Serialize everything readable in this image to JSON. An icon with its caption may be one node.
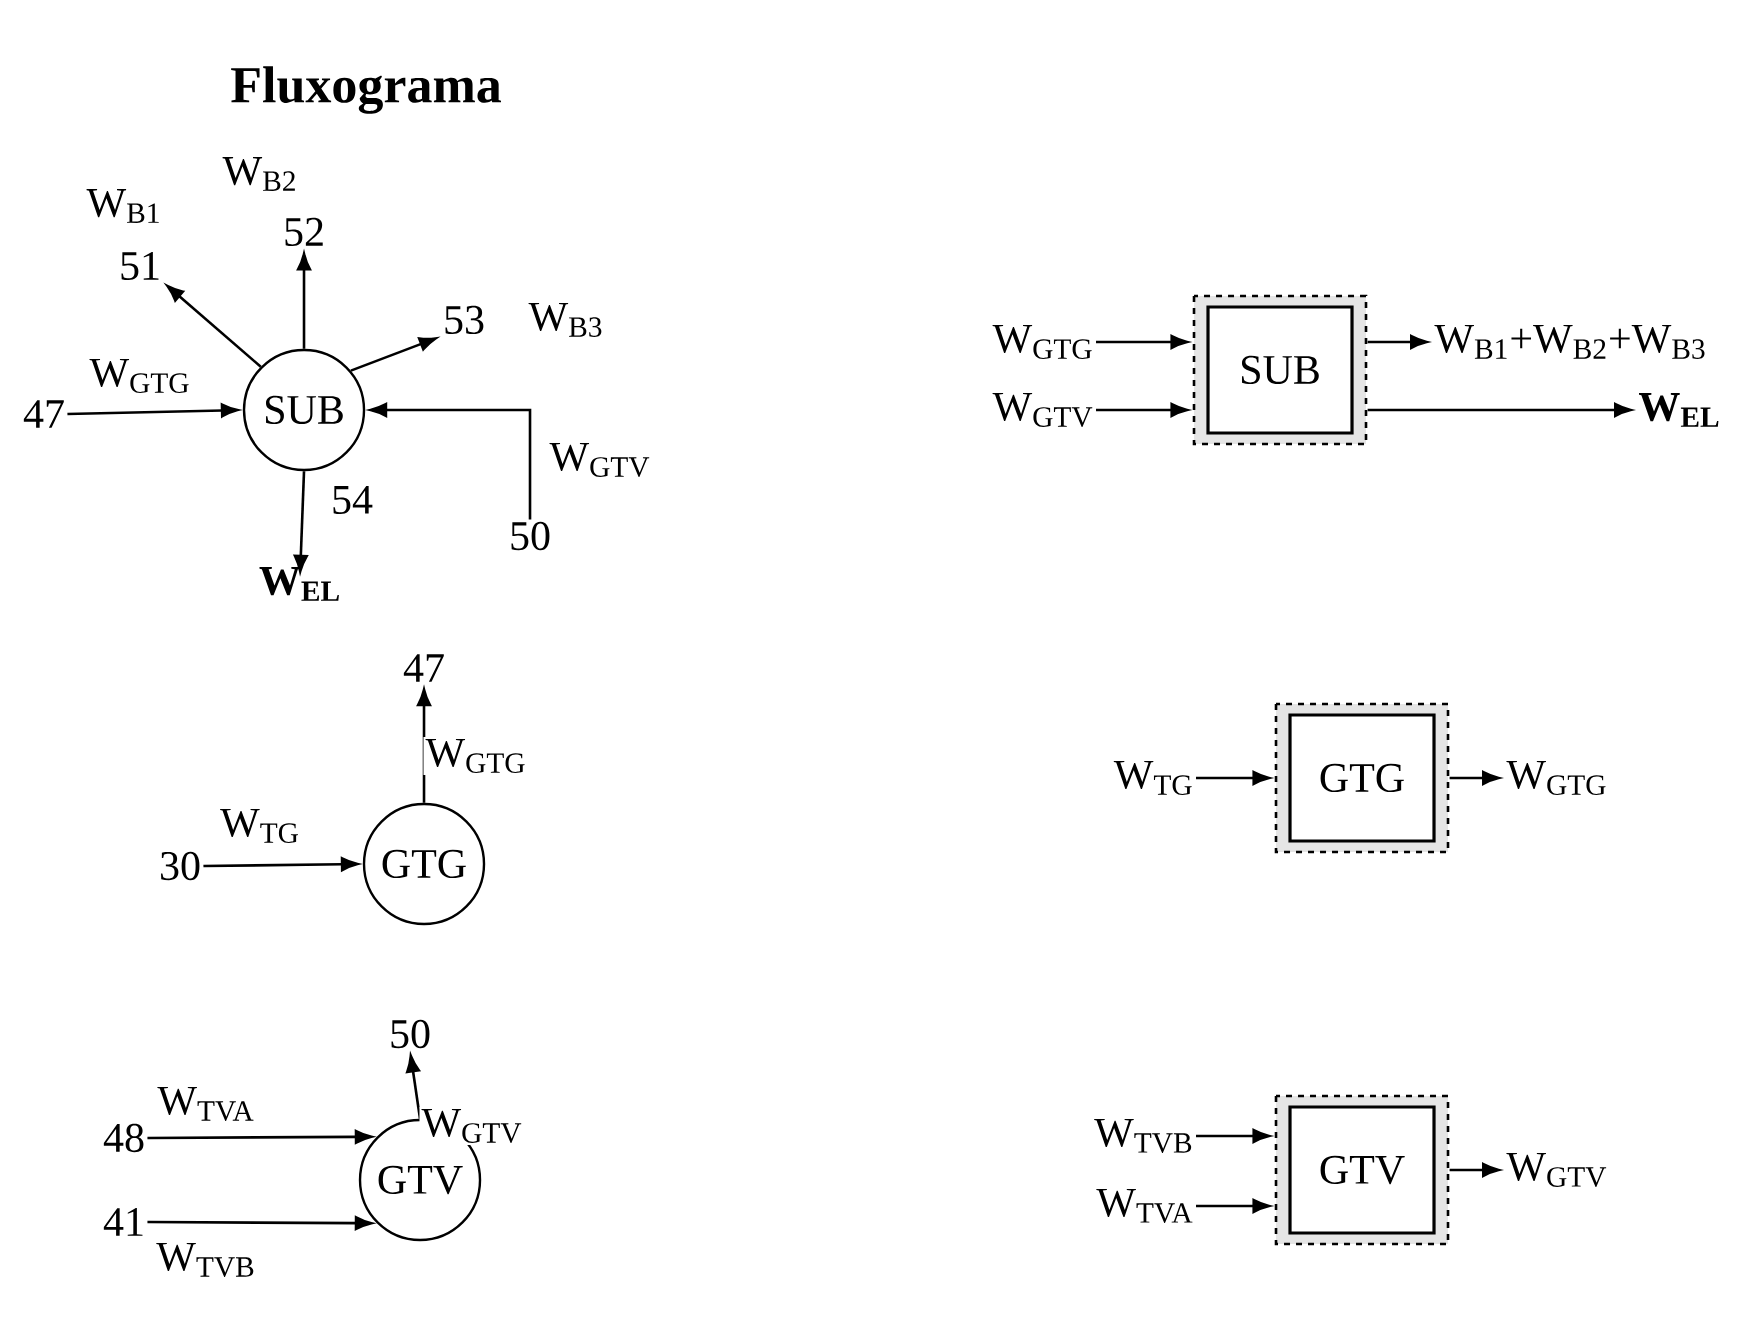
{
  "diagram": {
    "title": "Fluxograma",
    "nodes": [
      {
        "text": [
          "SUB"
        ]
      },
      {
        "text": [
          "47"
        ]
      },
      {
        "text": [
          "51"
        ],
        "beside": [
          "W$_{B1}$"
        ]
      },
      {
        "text": [
          "52"
        ],
        "beside": [
          "W$_{B2}$"
        ]
      },
      {
        "text": [
          "53"
        ],
        "beside": [
          "W$_{B3}$"
        ]
      },
      {
        "text": [
          "W$_{EL}$"
        ]
      },
      {
        "text": [
          "50"
        ]
      },
      {
        "text": [
          "GTG"
        ]
      },
      {
        "text": [
          "47"
        ]
      },
      {
        "text": [
          "30"
        ]
      },
      {
        "text": [
          "GTV"
        ]
      },
      {
        "text": [
          "50"
        ]
      },
      {
        "text": [
          "48"
        ]
      },
      {
        "text": [
          "41"
        ]
      },
      {
        "text": [
          "SUB"
        ]
      },
      {
        "text": [
          "GTG"
        ]
      },
      {
        "text": [
          "GTV"
        ]
      },
      {
        "text": [
          "W$_{GTG}$"
        ]
      },
      {
        "text": [
          "W$_{GTV}$"
        ]
      },
      {
        "text": [
          "W$_{B1}$+W$_{B2}$+W$_{B3}$"
        ]
      },
      {
        "text": [
          "W$_{EL}$"
        ]
      },
      {
        "text": [
          "W$_{TG}$"
        ]
      },
      {
        "text": [
          "W$_{GTG}$"
        ]
      },
      {
        "text": [
          "W$_{TVB}$"
        ]
      },
      {
        "text": [
          "W$_{TVA}$"
        ]
      },
      {
        "text": [
          "W$_{GTV}$"
        ]
      }
    ],
    "edges": [
      {
        "from": 1,
        "to": 0,
        "arrow": "to",
        "label": "W$_{GTG}$"
      },
      {
        "from": 0,
        "to": 2,
        "arrow": "to"
      },
      {
        "from": 0,
        "to": 3,
        "arrow": "to"
      },
      {
        "from": 0,
        "to": 4,
        "arrow": "to"
      },
      {
        "from": 0,
        "to": 5,
        "arrow": "to",
        "label": "54"
      },
      {
        "from": 6,
        "to": 0,
        "arrow": "to",
        "label": "W$_{GTV}$"
      },
      {
        "from": 9,
        "to": 7,
        "arrow": "to",
        "label": "W$_{TG}$"
      },
      {
        "from": 7,
        "to": 8,
        "arrow": "to",
        "label": "W$_{GTG}$"
      },
      {
        "from": 12,
        "to": 10,
        "arrow": "to",
        "label": "W$_{TVA}$"
      },
      {
        "from": 13,
        "to": 10,
        "arrow": "to",
        "label": "W$_{TVB}$"
      },
      {
        "from": 10,
        "to": 11,
        "arrow": "to",
        "label": "W$_{GTV}$"
      },
      {
        "from": 17,
        "to": 14,
        "arrow": "to"
      },
      {
        "from": 18,
        "to": 14,
        "arrow": "to"
      },
      {
        "from": 14,
        "to": 19,
        "arrow": "to"
      },
      {
        "from": 14,
        "to": 20,
        "arrow": "to"
      },
      {
        "from": 21,
        "to": 15,
        "arrow": "to"
      },
      {
        "from": 15,
        "to": 22,
        "arrow": "to"
      },
      {
        "from": 23,
        "to": 16,
        "arrow": "to"
      },
      {
        "from": 24,
        "to": 16,
        "arrow": "to"
      },
      {
        "from": 16,
        "to": 25,
        "arrow": "to"
      }
    ]
  }
}
